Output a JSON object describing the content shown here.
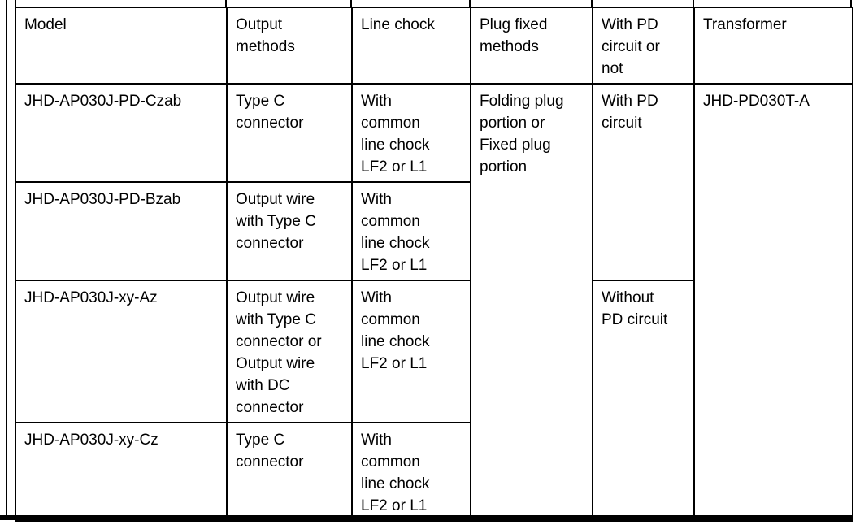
{
  "page": {
    "background": "#ffffff",
    "border_color": "#000000"
  },
  "table": {
    "headers": {
      "model": "Model",
      "output_methods": "Output\nmethods",
      "line_chock": "Line chock",
      "plug_fixed_methods": "Plug fixed\nmethods",
      "pd_circuit": "With PD\ncircuit or\nnot",
      "transformer": "Transformer"
    },
    "rows": [
      {
        "model": "JHD-AP030J-PD-Czab",
        "output_methods": "Type C\nconnector",
        "line_chock": "With\ncommon\nline chock\nLF2 or L1"
      },
      {
        "model": "JHD-AP030J-PD-Bzab",
        "output_methods": "Output wire\nwith Type C\nconnector",
        "line_chock": "With\ncommon\nline chock\nLF2 or L1"
      },
      {
        "model": "JHD-AP030J-xy-Az",
        "output_methods": "Output wire\nwith Type C\nconnector or\nOutput wire\nwith DC\nconnector",
        "line_chock": "With\ncommon\nline chock\nLF2 or L1"
      },
      {
        "model": "JHD-AP030J-xy-Cz",
        "output_methods": "Type C\nconnector",
        "line_chock": "With\ncommon\nline chock\nLF2 or L1"
      }
    ],
    "merged_cells": {
      "plug_fixed_methods": "Folding plug\nportion or\nFixed plug\nportion",
      "pd_with": "With PD\ncircuit",
      "pd_without": "Without\nPD circuit",
      "transformer": "JHD-PD030T-A"
    }
  }
}
